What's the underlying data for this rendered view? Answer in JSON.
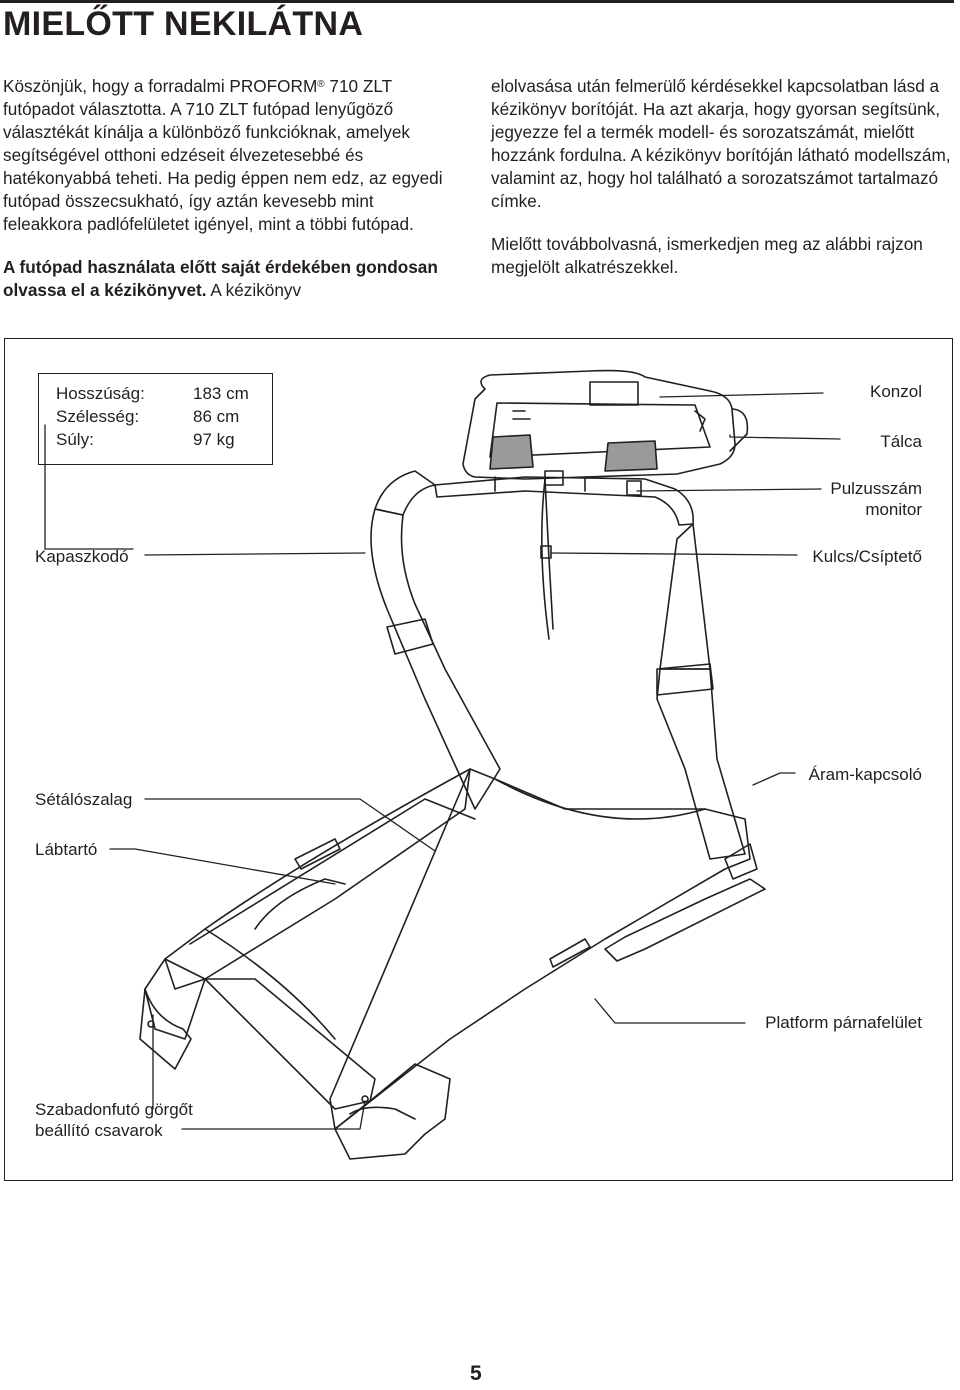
{
  "page": {
    "title": "MIELŐTT NEKILÁTNA",
    "page_number": "5"
  },
  "intro": {
    "p1_before_brand": "Köszönjük, hogy a forradalmi PROFORM",
    "registered_mark": "®",
    "p1_after_brand": " 710 ZLT futópadot választotta. A 710 ZLT futópad lenyűgöző választékát kínálja a különböző funkcióknak, amelyek segítségével otthoni edzéseit élvezetesebbé és hatékonyabbá teheti. Ha pedig éppen nem edz, az egyedi futópad összecsukható, így aztán kevesebb mint feleakkora padlófelületet igényel, mint a többi futópad.",
    "p2_bold": "A futópad használata előtt saját érdekében gondosan olvassa el a kézikönyvet.",
    "p2_rest": " A kézikönyv",
    "p3": "elolvasása után felmerülő kérdésekkel kapcsolatban lásd a kézikönyv borítóját. Ha azt akarja, hogy gyorsan segítsünk, jegyezze fel a termék modell- és sorozatszámát, mielőtt hozzánk fordulna. A kézikönyv borítóján látható modellszám, valamint az, hogy hol található a sorozatszámot tartalmazó címke.",
    "p4": "Mielőtt továbbolvasná, ismerkedjen meg az alábbi rajzon megjelölt alkatrészekkel."
  },
  "specs": [
    {
      "label": "Hosszúság:",
      "value": "183 cm"
    },
    {
      "label": "Szélesség:",
      "value": "86 cm"
    },
    {
      "label": "Súly:",
      "value": "97 kg"
    }
  ],
  "callouts": {
    "konzol": "Konzol",
    "talca": "Tálca",
    "pulzus": "Pulzusszám\nmonitor",
    "kulcs": "Kulcs/Csíptető",
    "kapaszkodo": "Kapaszkodó",
    "aram": "Áram-kapcsoló",
    "setalo": "Sétálószalag",
    "labtarto": "Lábtartó",
    "platform": "Platform párnafelület",
    "gorgo": "Szabadonfutó görgőt\nbeállító csavarok"
  }
}
